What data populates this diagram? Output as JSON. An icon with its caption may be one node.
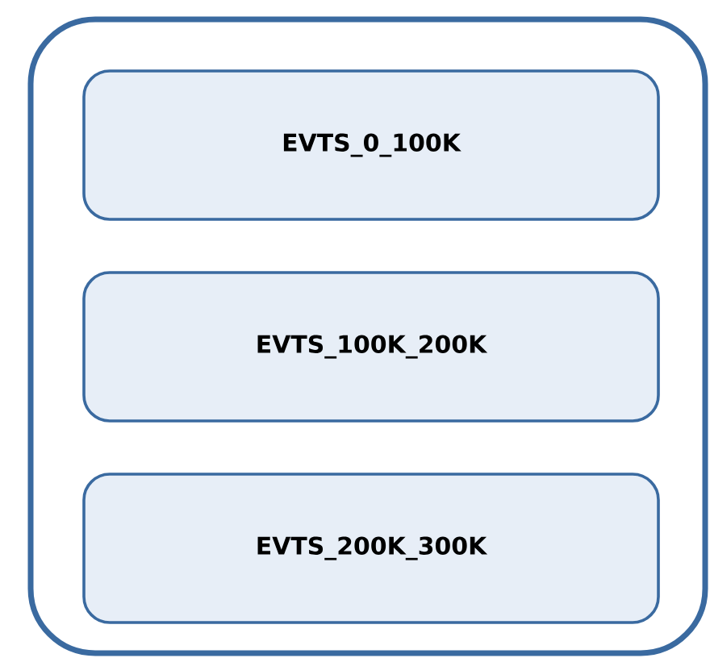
{
  "diagram": {
    "nodes": [
      {
        "text": [],
        "shape": "box"
      },
      {
        "text": [
          "EVTS_0_100K"
        ],
        "in": 0
      },
      {
        "text": [
          "EVTS_100K_200K"
        ],
        "in": 0
      },
      {
        "text": [
          "EVTS_200K_300K"
        ],
        "in": 0
      }
    ]
  }
}
